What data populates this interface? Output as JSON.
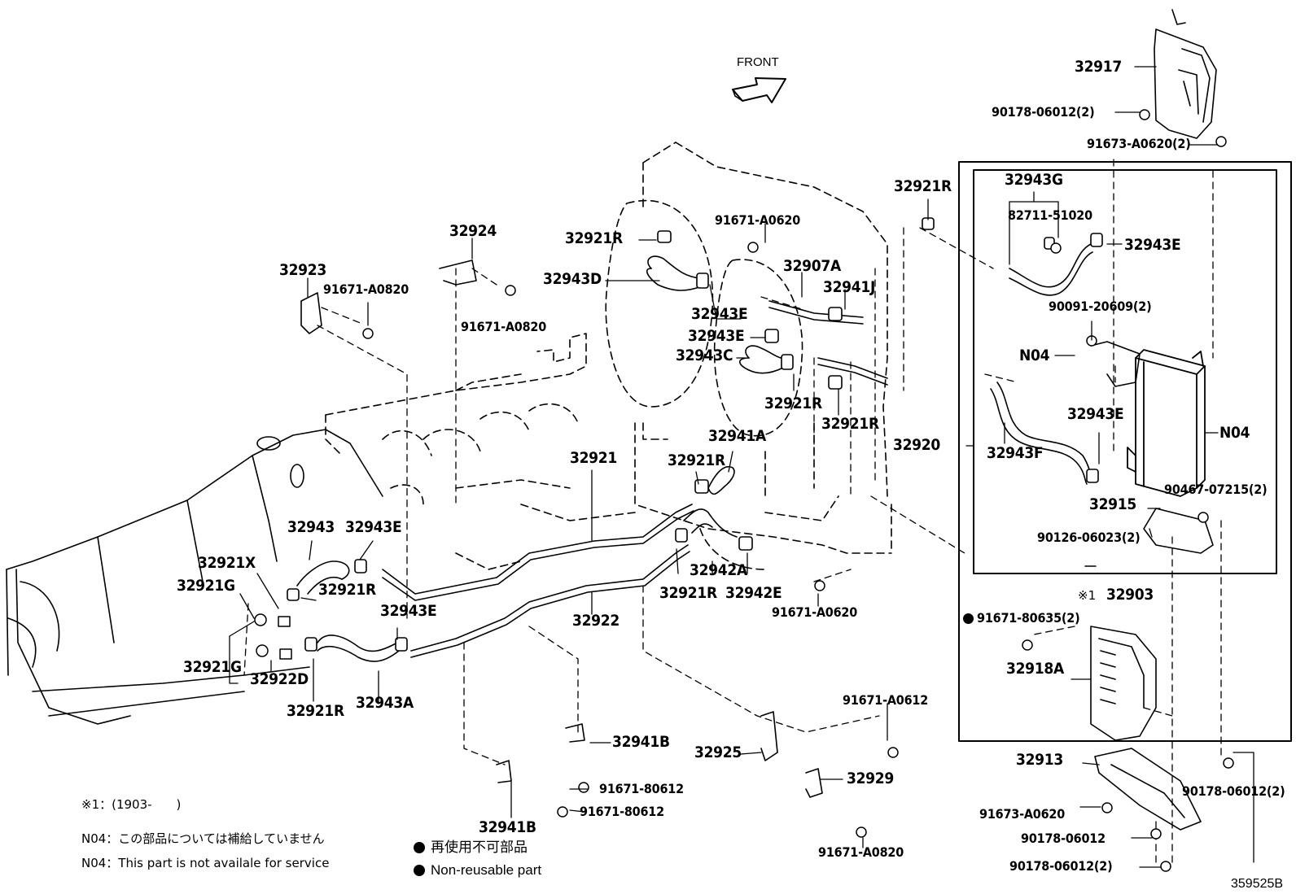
{
  "diagram": {
    "direction": "FRONT",
    "figure_id": "359525B",
    "notes": {
      "n1": "※1：(1903-　　)",
      "n2": "N04：この部品については補給していません",
      "n3": "N04：This part is not availale for service"
    },
    "legend": {
      "jp": "再使用不可部品",
      "en": "Non-reusable part"
    },
    "labels": {
      "p32917": "32917",
      "p90178_06012_2a": "90178-06012(2)",
      "p91673_a0620_2": "91673-A0620(2)",
      "p32921r_a": "32921R",
      "p32943g": "32943G",
      "p82711_51020": "82711-51020",
      "p32943e_a": "32943E",
      "p90091_20609_2": "90091-20609(2)",
      "p n04_a": "N04",
      "p32943e_b": "32943E",
      "pn04_b": "N04",
      "p32943f": "32943F",
      "p32920": "32920",
      "p90467_07215_2": "90467-07215(2)",
      "p32915": "32915",
      "p90126_06023_2": "90126-06023(2)",
      "p_mark1": "※1",
      "p32903": "32903",
      "p91671_80635_2": "91671-80635(2)",
      "p32918a": "32918A",
      "p32913": "32913",
      "p90178_06012_2b": "90178-06012(2)",
      "p91673_a0620": "91673-A0620",
      "p90178_06012": "90178-06012",
      "p90178_06012_2c": "90178-06012(2)",
      "p32924": "32924",
      "p32923": "32923",
      "p91671_a0820_a": "91671-A0820",
      "p91671_a0820_b": "91671-A0820",
      "p32921r_b": "32921R",
      "p91671_a0620_a": "91671-A0620",
      "p32943d": "32943D",
      "p32907a": "32907A",
      "p32941j": "32941J",
      "p32943e_c": "32943E",
      "p32943e_d": "32943E",
      "p32943c": "32943C",
      "p32921r_c": "32921R",
      "p32921r_d": "32921R",
      "p32941a": "32941A",
      "p32921r_e": "32921R",
      "p32921": "32921",
      "p32943": "32943",
      "p32943e_e": "32943E",
      "p32921x": "32921X",
      "p32921g_a": "32921G",
      "p32921r_f": "32921R",
      "p32943e_f": "32943E",
      "p32922": "32922",
      "p32942a": "32942A",
      "p32942e": "32942E",
      "p32921r_g": "32921R",
      "p91671_a0620_b": "91671-A0620",
      "p32921g_b": "32921G",
      "p32922d": "32922D",
      "p32921r_h": "32921R",
      "p32943a": "32943A",
      "p32941b_a": "32941B",
      "p91671_80612_a": "91671-80612",
      "p91671_80612_b": "91671-80612",
      "p32941b_b": "32941B",
      "p32925": "32925",
      "p91671_a0612": "91671-A0612",
      "p32929": "32929",
      "p91671_a0820_c": "91671-A0820"
    }
  }
}
